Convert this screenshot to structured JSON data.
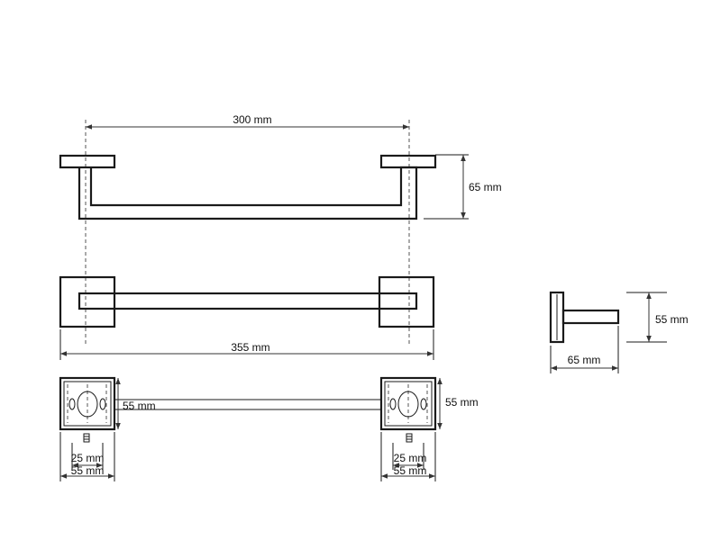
{
  "dimensions": {
    "center_distance": "300 mm",
    "projection_depth": "65 mm",
    "overall_length": "355 mm",
    "bar_offset": "55 mm",
    "base_height": "55 mm",
    "left_hole_spacing": "25 mm",
    "left_base_width": "55 mm",
    "right_hole_spacing": "25 mm",
    "right_base_width": "55 mm",
    "side_height": "55 mm",
    "side_depth": "65 mm"
  }
}
